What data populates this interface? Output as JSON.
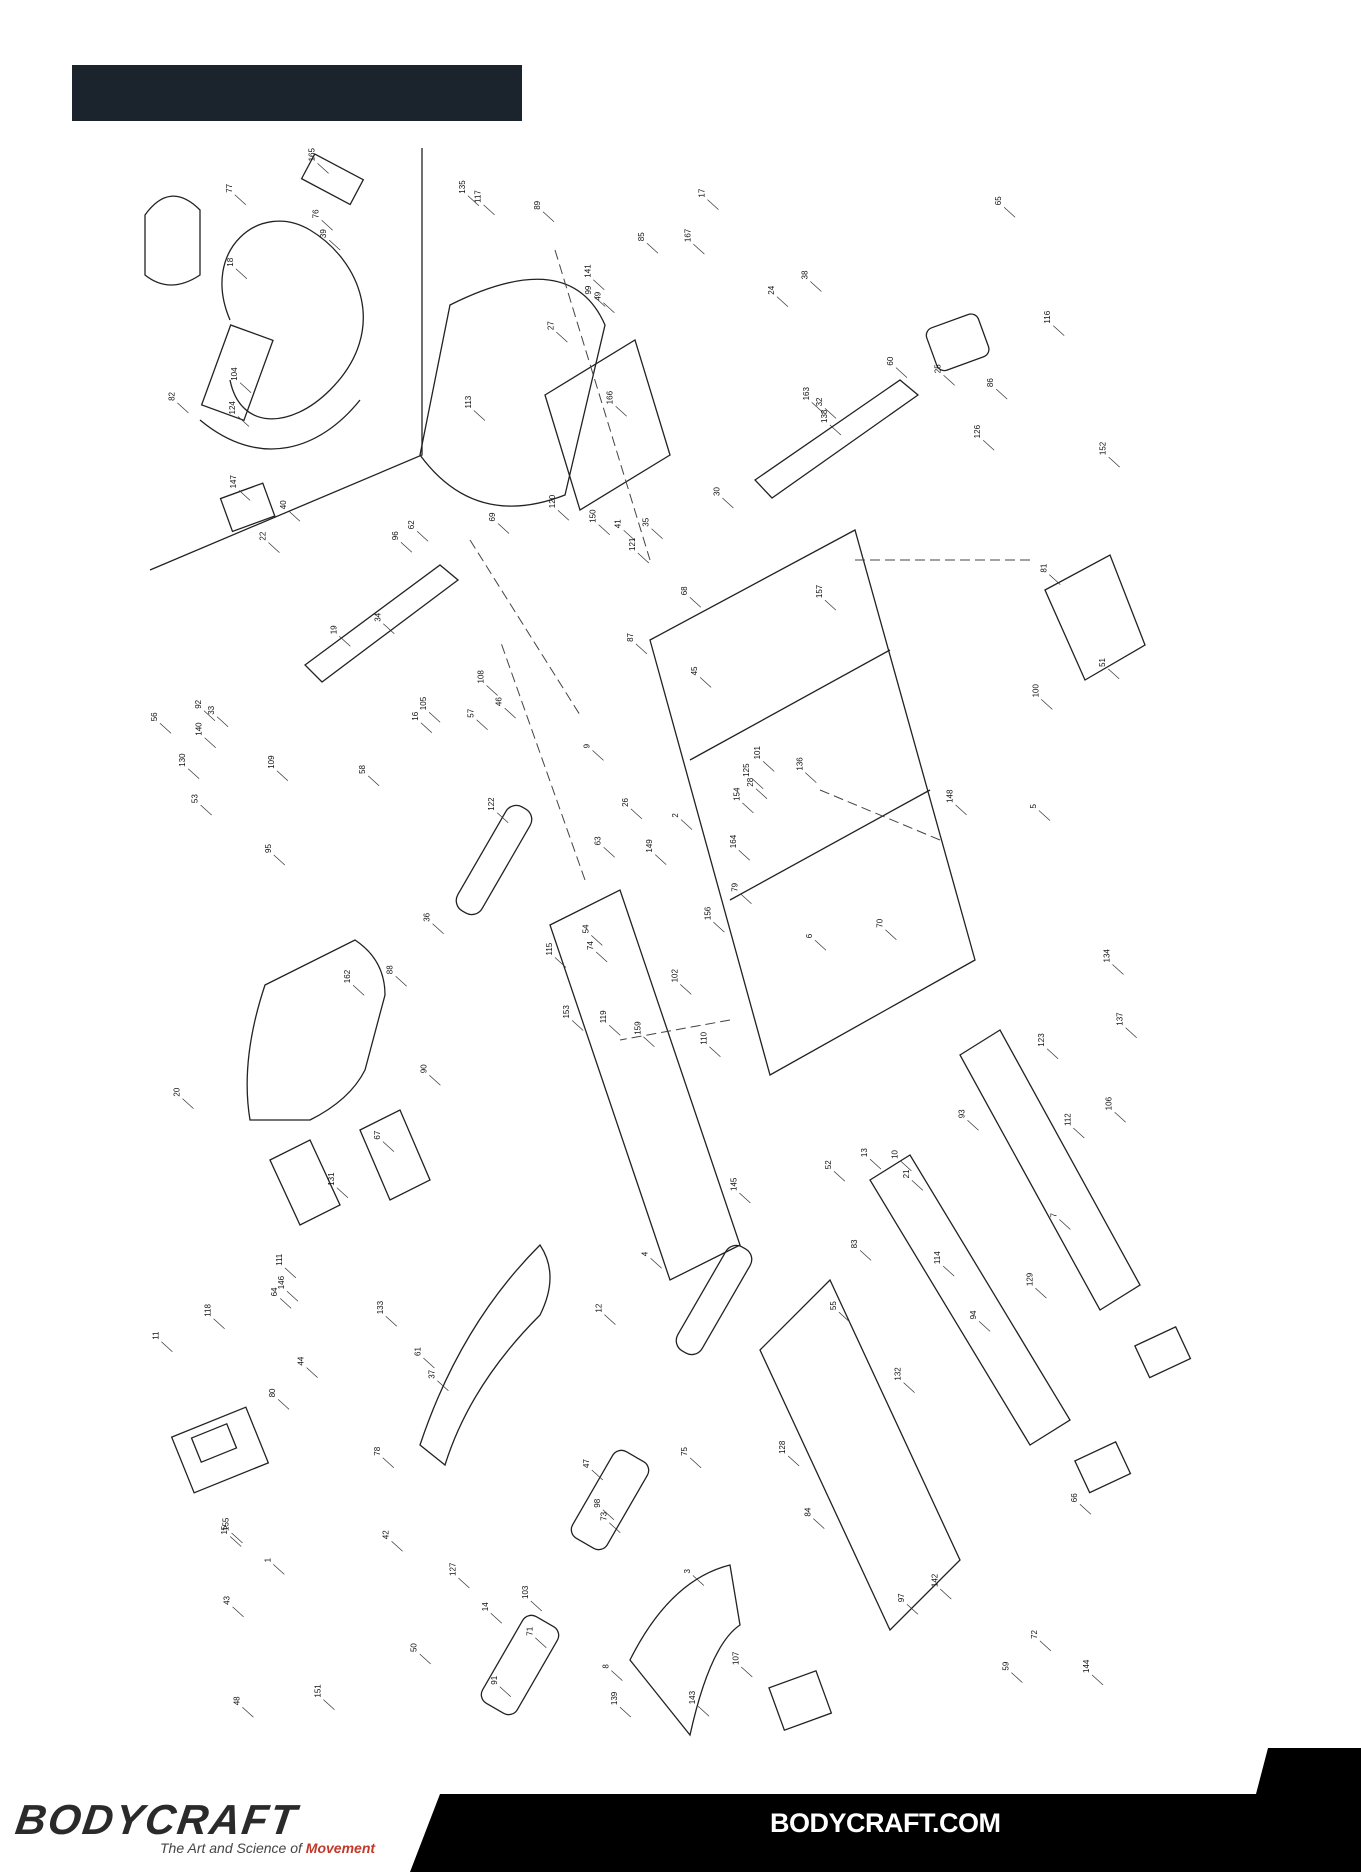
{
  "page": {
    "header_title": "",
    "brand": {
      "name": "BODYCRAFT",
      "tagline_prefix": "The Art and Science of ",
      "tagline_accent": "Movement",
      "website": "BODYCRAFT.COM"
    },
    "colors": {
      "header_bar": "#1b242c",
      "footer_black": "#000000",
      "tagline_accent": "#c0392b"
    }
  },
  "diagram": {
    "type": "exploded-parts-diagram",
    "part_labels": [
      "159",
      "22",
      "74",
      "155",
      "154",
      "37",
      "38",
      "35",
      "32",
      "156",
      "39",
      "144",
      "95",
      "152",
      "153",
      "157",
      "151",
      "150",
      "45",
      "44",
      "46",
      "43",
      "42",
      "41",
      "28",
      "21",
      "40",
      "49",
      "53",
      "52",
      "51",
      "54",
      "47",
      "63",
      "62",
      "60",
      "61",
      "59",
      "66",
      "10",
      "17",
      "57",
      "58",
      "55",
      "50",
      "56",
      "164",
      "48",
      "73",
      "79",
      "80",
      "81",
      "82",
      "83",
      "84",
      "78",
      "76",
      "77",
      "75",
      "86",
      "85",
      "36",
      "33",
      "34",
      "25",
      "165",
      "24",
      "27",
      "26",
      "11",
      "12",
      "14",
      "13",
      "16",
      "15",
      "18",
      "19",
      "20",
      "9",
      "3",
      "2",
      "1",
      "6",
      "7",
      "8",
      "5",
      "4",
      "142",
      "143",
      "128",
      "141",
      "137",
      "136",
      "132",
      "149",
      "129",
      "140",
      "139",
      "163",
      "138",
      "162",
      "135",
      "134",
      "130",
      "131",
      "133",
      "127",
      "125",
      "126",
      "122",
      "123",
      "124",
      "121",
      "115",
      "117",
      "118",
      "119",
      "116",
      "120",
      "89",
      "64",
      "65",
      "68",
      "69",
      "70",
      "67",
      "72",
      "71",
      "148",
      "147",
      "146",
      "107",
      "105",
      "113",
      "112",
      "114",
      "90",
      "111",
      "106",
      "108",
      "110",
      "109",
      "94",
      "102",
      "101",
      "104",
      "103",
      "97",
      "98",
      "99",
      "100",
      "96",
      "92",
      "91",
      "93",
      "167",
      "166",
      "87",
      "88",
      "30",
      "145"
    ]
  }
}
